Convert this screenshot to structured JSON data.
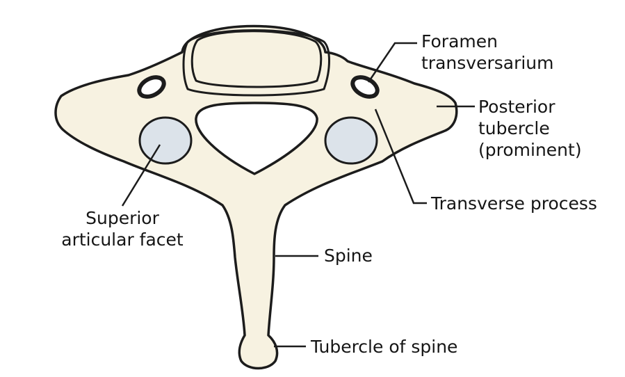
{
  "colors": {
    "bone_fill": "#f7f2e1",
    "outline": "#1c1c1c",
    "facet_fill": "#dce3ea",
    "label_text": "#151515"
  },
  "labels": {
    "foramen_line1": "Foramen",
    "foramen_line2": "transversarium",
    "posterior_line1": "Posterior",
    "posterior_line2": "tubercle",
    "posterior_line3": "(prominent)",
    "superior_line1": "Superior",
    "superior_line2": "articular facet",
    "transverse_process": "Transverse process",
    "spine": "Spine",
    "tubercle_of_spine": "Tubercle of spine"
  }
}
